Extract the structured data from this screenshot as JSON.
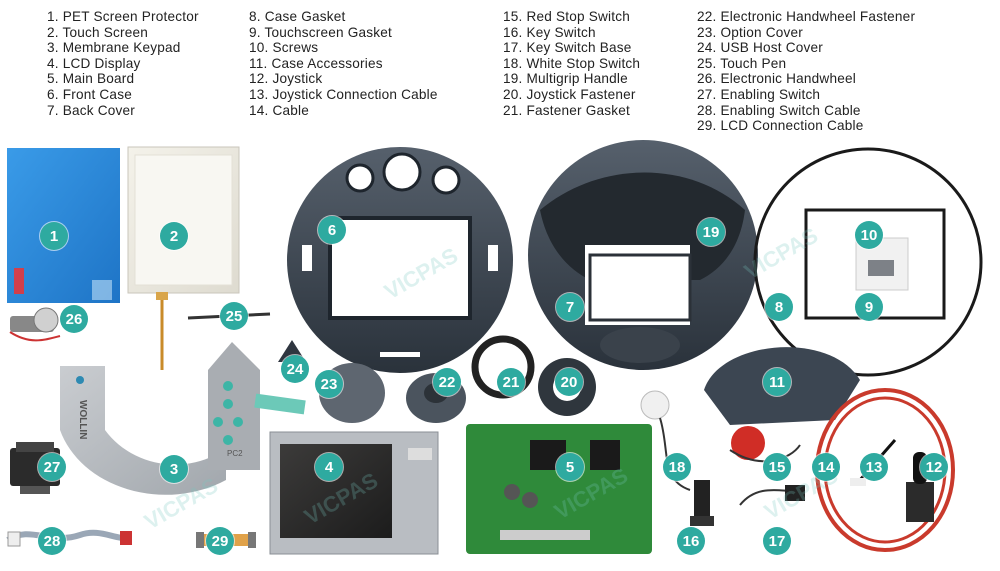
{
  "legend": {
    "col1": [
      "1. PET Screen Protector",
      "2. Touch Screen",
      "3. Membrane Keypad",
      "4. LCD Display",
      "5. Main Board",
      "6. Front Case",
      "7. Back Cover"
    ],
    "col2": [
      "8. Case Gasket",
      "9. Touchscreen Gasket",
      "10. Screws",
      "11. Case Accessories",
      "12. Joystick",
      "13. Joystick Connection Cable",
      "14. Cable"
    ],
    "col3": [
      "15. Red Stop Switch",
      "16. Key Switch",
      "17. Key Switch Base",
      "18. White Stop Switch",
      "19. Multigrip Handle",
      "20. Joystick Fastener",
      "21. Fastener Gasket"
    ],
    "col4": [
      "22. Electronic Handwheel Fastener",
      "23. Option Cover",
      "24. USB Host Cover",
      "25. Touch Pen",
      "26. Electronic Handwheel",
      "27. Enabling Switch",
      "28. Enabling Switch Cable",
      "29. LCD Connection Cable"
    ]
  },
  "badges": [
    "1",
    "2",
    "3",
    "4",
    "5",
    "6",
    "7",
    "8",
    "9",
    "10",
    "11",
    "12",
    "13",
    "14",
    "15",
    "16",
    "17",
    "18",
    "19",
    "20",
    "21",
    "22",
    "23",
    "24",
    "25",
    "26",
    "27",
    "28",
    "29"
  ],
  "watermark": "VICPAS",
  "keypad_text": {
    "brand": "WOLLIN",
    "model": "PC2"
  },
  "colors": {
    "badge": "#2eaaa0",
    "protector": "#2f8fe0",
    "cable_red": "#c93a2c",
    "case_dark": "#3d4753",
    "pcb_green": "#2f8a3a"
  }
}
